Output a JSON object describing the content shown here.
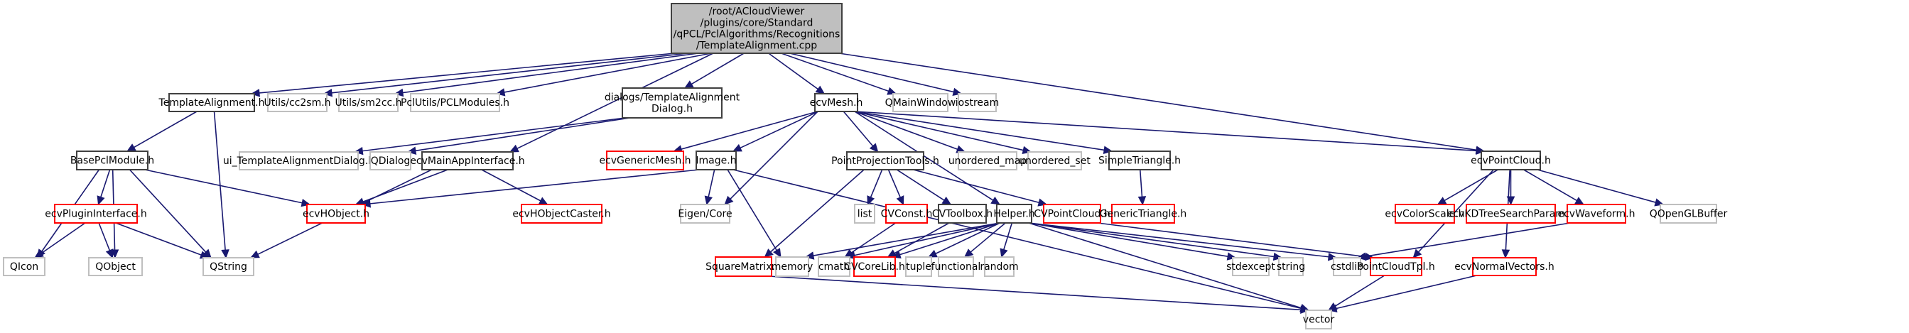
{
  "diagram": {
    "type": "include-dependency-graph",
    "colors": {
      "edge": "#191970",
      "root_fill": "#bfbfbf",
      "root_border": "#404040",
      "documented_border": "#404040",
      "undocumented_border": "#ff0000",
      "external_border": "#bfbfbf",
      "node_fill": "#ffffff"
    },
    "nodes": [
      {
        "id": "root",
        "lines": [
          "/root/ACloudViewer",
          "/plugins/core/Standard",
          "/qPCL/PclAlgorithms/Recognitions",
          "/TemplateAlignment.cpp"
        ],
        "kind": "root"
      },
      {
        "id": "TemplateAlignment_h",
        "lines": [
          "TemplateAlignment.h"
        ],
        "kind": "documented"
      },
      {
        "id": "cc2sm",
        "lines": [
          "Utils/cc2sm.h"
        ],
        "kind": "external"
      },
      {
        "id": "sm2cc",
        "lines": [
          "Utils/sm2cc.h"
        ],
        "kind": "external"
      },
      {
        "id": "PCLModules",
        "lines": [
          "PclUtils/PCLModules.h"
        ],
        "kind": "external"
      },
      {
        "id": "TADialog",
        "lines": [
          "dialogs/TemplateAlignment",
          "Dialog.h"
        ],
        "kind": "documented"
      },
      {
        "id": "ecvMesh",
        "lines": [
          "ecvMesh.h"
        ],
        "kind": "documented"
      },
      {
        "id": "QMainWindow",
        "lines": [
          "QMainWindow"
        ],
        "kind": "external"
      },
      {
        "id": "iostream",
        "lines": [
          "iostream"
        ],
        "kind": "external"
      },
      {
        "id": "BasePclModule",
        "lines": [
          "BasePclModule.h"
        ],
        "kind": "documented"
      },
      {
        "id": "uiTADialog",
        "lines": [
          "ui_TemplateAlignmentDialog.h"
        ],
        "kind": "external"
      },
      {
        "id": "QDialog",
        "lines": [
          "QDialog"
        ],
        "kind": "external"
      },
      {
        "id": "ecvMainAppInterface",
        "lines": [
          "ecvMainAppInterface.h"
        ],
        "kind": "documented"
      },
      {
        "id": "ecvGenericMesh",
        "lines": [
          "ecvGenericMesh.h"
        ],
        "kind": "undocumented"
      },
      {
        "id": "Image",
        "lines": [
          "Image.h"
        ],
        "kind": "documented"
      },
      {
        "id": "PointProjectionTools",
        "lines": [
          "PointProjectionTools.h"
        ],
        "kind": "documented"
      },
      {
        "id": "unordered_map",
        "lines": [
          "unordered_map"
        ],
        "kind": "external"
      },
      {
        "id": "unordered_set",
        "lines": [
          "unordered_set"
        ],
        "kind": "external"
      },
      {
        "id": "SimpleTriangle",
        "lines": [
          "SimpleTriangle.h"
        ],
        "kind": "documented"
      },
      {
        "id": "ecvPointCloud",
        "lines": [
          "ecvPointCloud.h"
        ],
        "kind": "documented"
      },
      {
        "id": "ecvPluginInterface",
        "lines": [
          "ecvPluginInterface.h"
        ],
        "kind": "undocumented"
      },
      {
        "id": "ecvHObject",
        "lines": [
          "ecvHObject.h"
        ],
        "kind": "undocumented"
      },
      {
        "id": "ecvHObjectCaster",
        "lines": [
          "ecvHObjectCaster.h"
        ],
        "kind": "undocumented"
      },
      {
        "id": "EigenCore",
        "lines": [
          "Eigen/Core"
        ],
        "kind": "external"
      },
      {
        "id": "list",
        "lines": [
          "list"
        ],
        "kind": "external"
      },
      {
        "id": "CVConst",
        "lines": [
          "CVConst.h"
        ],
        "kind": "undocumented"
      },
      {
        "id": "CVToolbox",
        "lines": [
          "CVToolbox.h"
        ],
        "kind": "documented"
      },
      {
        "id": "Helper",
        "lines": [
          "Helper.h"
        ],
        "kind": "documented"
      },
      {
        "id": "CVPointCloud",
        "lines": [
          "CVPointCloud.h"
        ],
        "kind": "undocumented"
      },
      {
        "id": "GenericTriangle",
        "lines": [
          "GenericTriangle.h"
        ],
        "kind": "undocumented"
      },
      {
        "id": "ecvColorScale",
        "lines": [
          "ecvColorScale.h"
        ],
        "kind": "undocumented"
      },
      {
        "id": "ecvKDTree",
        "lines": [
          "ecvKDTreeSearchParam.h"
        ],
        "kind": "undocumented"
      },
      {
        "id": "ecvWaveform",
        "lines": [
          "ecvWaveform.h"
        ],
        "kind": "undocumented"
      },
      {
        "id": "QOpenGLBuffer",
        "lines": [
          "QOpenGLBuffer"
        ],
        "kind": "external"
      },
      {
        "id": "QIcon",
        "lines": [
          "QIcon"
        ],
        "kind": "external"
      },
      {
        "id": "QObject",
        "lines": [
          "QObject"
        ],
        "kind": "external"
      },
      {
        "id": "QString",
        "lines": [
          "QString"
        ],
        "kind": "external"
      },
      {
        "id": "SquareMatrix",
        "lines": [
          "SquareMatrix.h"
        ],
        "kind": "undocumented"
      },
      {
        "id": "memory",
        "lines": [
          "memory"
        ],
        "kind": "external"
      },
      {
        "id": "cmath",
        "lines": [
          "cmath"
        ],
        "kind": "external"
      },
      {
        "id": "CVCoreLib",
        "lines": [
          "CVCoreLib.h"
        ],
        "kind": "undocumented"
      },
      {
        "id": "tuple",
        "lines": [
          "tuple"
        ],
        "kind": "external"
      },
      {
        "id": "functional",
        "lines": [
          "functional"
        ],
        "kind": "external"
      },
      {
        "id": "random",
        "lines": [
          "random"
        ],
        "kind": "external"
      },
      {
        "id": "stdexcept",
        "lines": [
          "stdexcept"
        ],
        "kind": "external"
      },
      {
        "id": "string",
        "lines": [
          "string"
        ],
        "kind": "external"
      },
      {
        "id": "cstdlib",
        "lines": [
          "cstdlib"
        ],
        "kind": "external"
      },
      {
        "id": "PointCloudTpl",
        "lines": [
          "PointCloudTpl.h"
        ],
        "kind": "undocumented"
      },
      {
        "id": "ecvNormalVectors",
        "lines": [
          "ecvNormalVectors.h"
        ],
        "kind": "undocumented"
      },
      {
        "id": "vector",
        "lines": [
          "vector"
        ],
        "kind": "external"
      }
    ],
    "edges": [
      [
        "root",
        "TemplateAlignment_h"
      ],
      [
        "root",
        "cc2sm"
      ],
      [
        "root",
        "sm2cc"
      ],
      [
        "root",
        "PCLModules"
      ],
      [
        "root",
        "TADialog"
      ],
      [
        "root",
        "ecvMainAppInterface"
      ],
      [
        "root",
        "ecvMesh"
      ],
      [
        "root",
        "QMainWindow"
      ],
      [
        "root",
        "iostream"
      ],
      [
        "root",
        "ecvPointCloud"
      ],
      [
        "TemplateAlignment_h",
        "BasePclModule"
      ],
      [
        "TemplateAlignment_h",
        "QString"
      ],
      [
        "TADialog",
        "uiTADialog"
      ],
      [
        "TADialog",
        "QDialog"
      ],
      [
        "BasePclModule",
        "ecvPluginInterface"
      ],
      [
        "BasePclModule",
        "ecvHObject"
      ],
      [
        "BasePclModule",
        "QIcon"
      ],
      [
        "BasePclModule",
        "QObject"
      ],
      [
        "BasePclModule",
        "QString"
      ],
      [
        "ecvPluginInterface",
        "QIcon"
      ],
      [
        "ecvPluginInterface",
        "QObject"
      ],
      [
        "ecvPluginInterface",
        "QString"
      ],
      [
        "ecvMainAppInterface",
        "ecvHObject"
      ],
      [
        "ecvMainAppInterface",
        "ecvHObjectCaster"
      ],
      [
        "ecvMainAppInterface",
        "QString"
      ],
      [
        "ecvMesh",
        "ecvGenericMesh"
      ],
      [
        "ecvMesh",
        "Image"
      ],
      [
        "ecvMesh",
        "PointProjectionTools"
      ],
      [
        "ecvMesh",
        "EigenCore"
      ],
      [
        "ecvMesh",
        "unordered_map"
      ],
      [
        "ecvMesh",
        "unordered_set"
      ],
      [
        "ecvMesh",
        "SimpleTriangle"
      ],
      [
        "ecvMesh",
        "Helper"
      ],
      [
        "ecvMesh",
        "ecvPointCloud"
      ],
      [
        "Image",
        "ecvHObject"
      ],
      [
        "Image",
        "EigenCore"
      ],
      [
        "Image",
        "memory"
      ],
      [
        "Image",
        "vector"
      ],
      [
        "PointProjectionTools",
        "list"
      ],
      [
        "PointProjectionTools",
        "CVConst"
      ],
      [
        "PointProjectionTools",
        "CVToolbox"
      ],
      [
        "PointProjectionTools",
        "CVPointCloud"
      ],
      [
        "PointProjectionTools",
        "SquareMatrix"
      ],
      [
        "SimpleTriangle",
        "GenericTriangle"
      ],
      [
        "CVConst",
        "cmath"
      ],
      [
        "CVToolbox",
        "CVCoreLib"
      ],
      [
        "Helper",
        "memory"
      ],
      [
        "Helper",
        "cmath"
      ],
      [
        "Helper",
        "CVCoreLib"
      ],
      [
        "Helper",
        "tuple"
      ],
      [
        "Helper",
        "functional"
      ],
      [
        "Helper",
        "random"
      ],
      [
        "Helper",
        "stdexcept"
      ],
      [
        "Helper",
        "string"
      ],
      [
        "Helper",
        "cstdlib"
      ],
      [
        "Helper",
        "vector"
      ],
      [
        "CVPointCloud",
        "PointCloudTpl"
      ],
      [
        "ecvPointCloud",
        "ecvColorScale"
      ],
      [
        "ecvPointCloud",
        "ecvKDTree"
      ],
      [
        "ecvPointCloud",
        "ecvWaveform"
      ],
      [
        "ecvPointCloud",
        "QOpenGLBuffer"
      ],
      [
        "ecvPointCloud",
        "PointCloudTpl"
      ],
      [
        "ecvPointCloud",
        "ecvNormalVectors"
      ],
      [
        "ecvWaveform",
        "cstdlib"
      ],
      [
        "SquareMatrix",
        "vector"
      ],
      [
        "PointCloudTpl",
        "vector"
      ],
      [
        "ecvNormalVectors",
        "vector"
      ]
    ]
  }
}
